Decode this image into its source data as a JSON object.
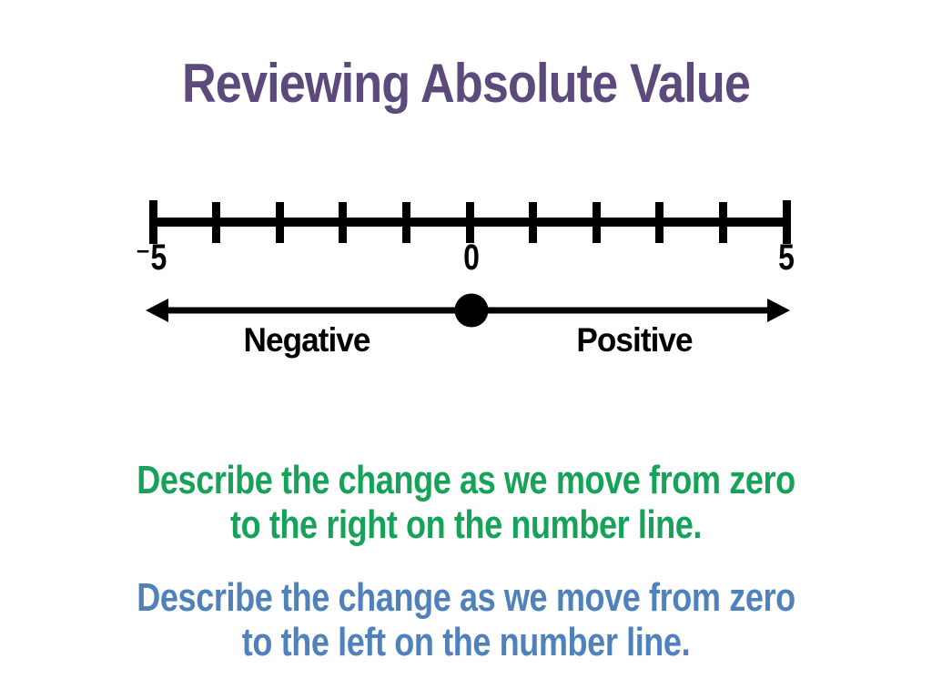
{
  "slide": {
    "title": "Reviewing Absolute Value"
  },
  "colors": {
    "title_purple": "#5D4A7C",
    "prompt_green": "#16A259",
    "prompt_blue": "#4F81BD",
    "ink_black": "#000000"
  },
  "number_line": {
    "min": -5,
    "max": 5,
    "tick_count": 11,
    "labels": [
      {
        "text": "⁻5",
        "value": -5
      },
      {
        "text": "0",
        "value": 0
      },
      {
        "text": "5",
        "value": 5
      }
    ]
  },
  "direction_arrow": {
    "negative_label": "Negative",
    "positive_label": "Positive"
  },
  "prompts": [
    {
      "line1": "Describe the change as we move from zero",
      "line2": "to the right on the number line."
    },
    {
      "line1": "Describe the change as we move from zero",
      "line2": "to the left on the number line."
    }
  ]
}
